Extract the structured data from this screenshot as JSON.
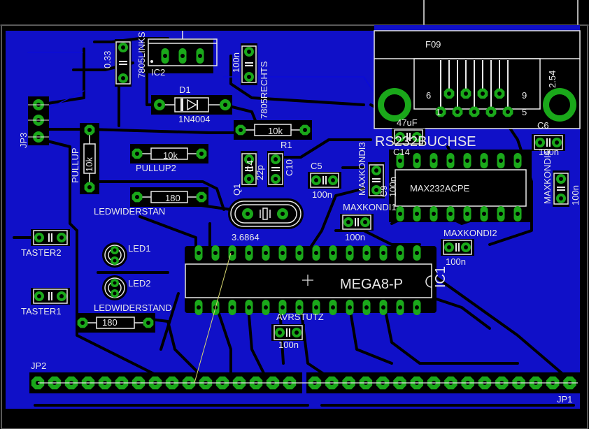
{
  "colors": {
    "background": "#000000",
    "copper_pour": "#1010c8",
    "track_outline": "#0a0ad8",
    "pad": "#1aa81a",
    "silkscreen": "#e8e8e8",
    "airwire": "#d8d870"
  },
  "labels": {
    "c033": "0.33",
    "ic2": "IC2",
    "c7805_links": "7805LINKS",
    "c100n_top": "100n",
    "c7805_rechts": "7805RECHTS",
    "d1": "D1",
    "d1_val": "1N4004",
    "f09": "F09",
    "dsub_254": "2.54",
    "dsub_6": "6",
    "dsub_1": "1",
    "dsub_9": "9",
    "dsub_5": "5",
    "jp3": "JP3",
    "r1_val": "10k",
    "r1": "R1",
    "pullup": "PULLUP",
    "pullup_val": "10k",
    "pullup2": "PULLUP2",
    "pullup2_val": "10k",
    "c4": "C4",
    "c4_val": "22p",
    "q1": "Q1",
    "c10": "C10",
    "c5": "C5",
    "c5_val": "100n",
    "maxkondi3": "MAXKONDI3",
    "c9": "C9",
    "c9_val": "100n",
    "c14": "C14",
    "c14_val": "47uF",
    "rs232": "RS232BUCHSE",
    "max232": "MAX232ACPE",
    "c6": "C6",
    "c6_val": "100n",
    "maxkondi4": "MAXKONDI4",
    "mk4_val": "100n",
    "ledwiderstan": "LEDWIDERSTAN",
    "ledwiderstan_val": "180",
    "q1_val": "3.6864",
    "maxkondi1": "MAXKONDI1",
    "mk1_val": "100n",
    "maxkondi2": "MAXKONDI2",
    "mk2_val": "100n",
    "taster2": "TASTER2",
    "led1": "LED1",
    "led2": "LED2",
    "mega8": "MEGA8-P",
    "ic1": "IC1",
    "taster1": "TASTER1",
    "ledwiderstand": "LEDWIDERSTAND",
    "ledwiderstand_val": "180",
    "avrstutz": "AVRSTUTZ",
    "avr_val": "100n",
    "jp2": "JP2",
    "jp1": "JP1"
  }
}
